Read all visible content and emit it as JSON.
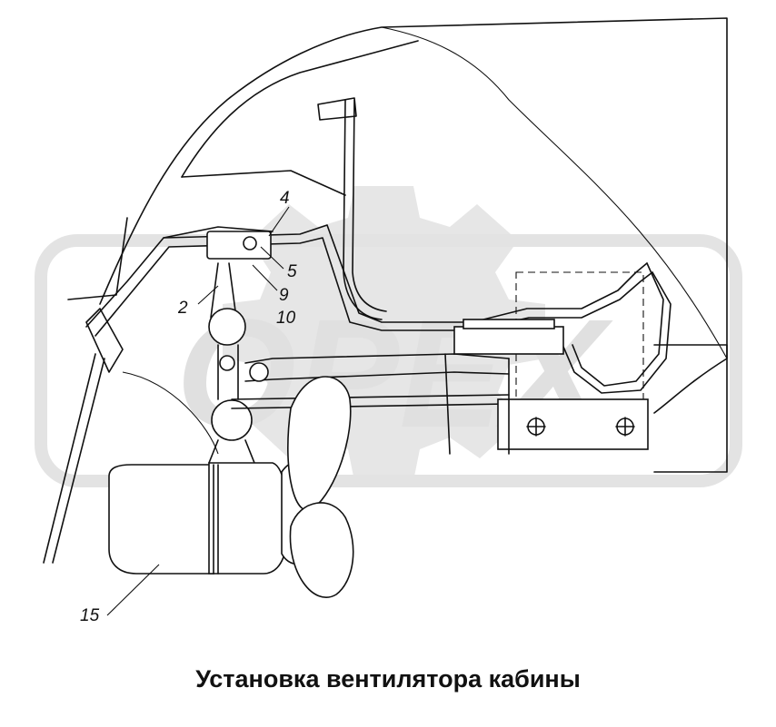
{
  "caption": "Установка вентилятора кабины",
  "watermark": "OPEX",
  "callouts": {
    "c2": "2",
    "c4": "4",
    "c5": "5",
    "c9": "9",
    "c10": "10",
    "c15": "15"
  }
}
